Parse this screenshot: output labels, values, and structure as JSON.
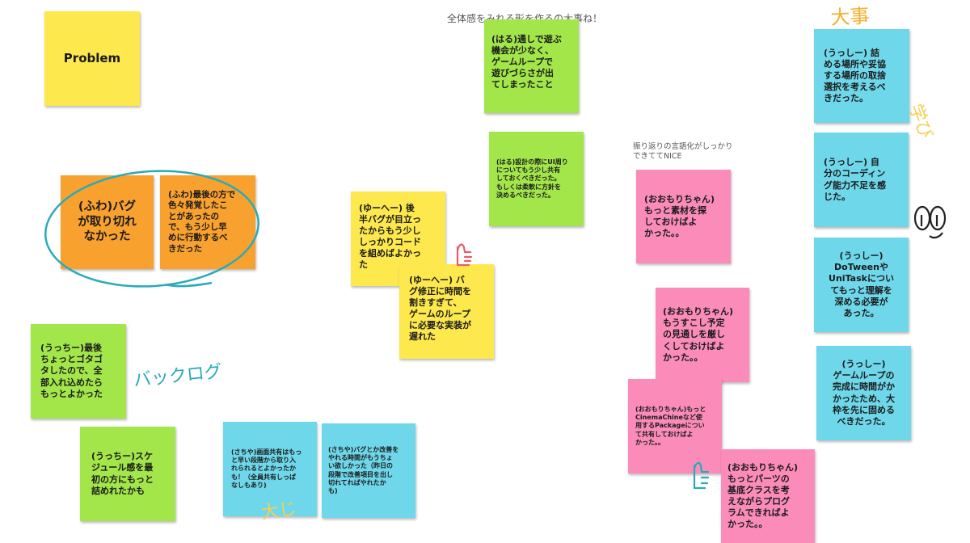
{
  "comments": {
    "top_center": "全体感をみれる形を作るの大事ね！",
    "retro_praise": "振り返りの言語化がしっかり\nできててNICE"
  },
  "handwriting": {
    "daiji": "大事",
    "manabi": "学び",
    "backlog": "バックログ",
    "daiji_small": "大じ"
  },
  "notes": {
    "problem": "Problem",
    "fuwa_bug": "(ふわ)バグ\nが取り切れ\nなかった",
    "fuwa_late": "(ふわ)最後の方で\n色々発覚したこ\nとがあったの\nで、もう少し早\nめに行動するべ\nきだった",
    "uccchi_last": "(うっちー)最後\nちょっとゴタゴ\nタしたので、全\n部入れ込めたら\nもっとよかった",
    "uccchi_schedule": "(うっちー)スケ\nジュール感を最\n初の方にもっと\n詰めれたかも",
    "sachiya_share": "(さちや)画面共有はもっ\nと早い段階から取り入\nれられるとよかったか\nも！（全員共有しっぱ\nなしもあり)",
    "sachiya_bug": "(さちや)バグとか改善を\nやれる時間がもうちょ\nい欲しかった（昨日の\n段階で改善項目を出し\n切れてればやれたか\nも)",
    "haru_play": "(はる)通しで遊ぶ\n機会が少なく、\nゲームループで\n遊びづらさが出\nてしまったこと",
    "haru_ui": "(はる)設計の際にUI周り\nについてもう少し共有\nしておくべきだった。\nもしくは柔軟に方針を\n決めるべきだった。",
    "yuhe_bug": "(ゆーへー) 後\n半バグが目立っ\nたからもう少し\nしっかりコード\nを組めばよかっ\nた",
    "yuhe_fix": "(ゆーへー) バ\nグ修正に時間を\n割きすぎて、\nゲームのループ\nに必要な実装が\n遅れた",
    "omori_material": "(おおもりちゃん)\nもっと素材を探\nしておけばよ\nかった。。",
    "omori_schedule": "(おおもりちゃん)\nもうすこし予定\nの見通しを厳し\nくしておけばよ\nかった。。",
    "omori_cinema": "(おおもりちゃん)もっと\nCinemaChineなど使\n用するPackageについ\nて共有しておけばよ\nかった。。",
    "omori_parts": "(おおもりちゃん)\nもっとパーツの\n基底クラスを考\nえながらプログ\nラムできればよ\nかった。。",
    "ussh_compromise": "(うっしー) 詰\nめる場所や妥協\nする場所の取捨\n選択を考えるべ\nきだった。",
    "ussh_coding": "(うっしー) 自\n分のコーディン\nグ能力不足を感\nじた。",
    "ussh_dotween": "(うっしー)\nDoTweenや\nUniTaskについ\nてもっと理解を\n深める必要が\nあった。",
    "ussh_loop": "(うっしー)\nゲームループの\n完成に時間がか\nかったため、大\n枠を先に固める\nべきだった。"
  }
}
